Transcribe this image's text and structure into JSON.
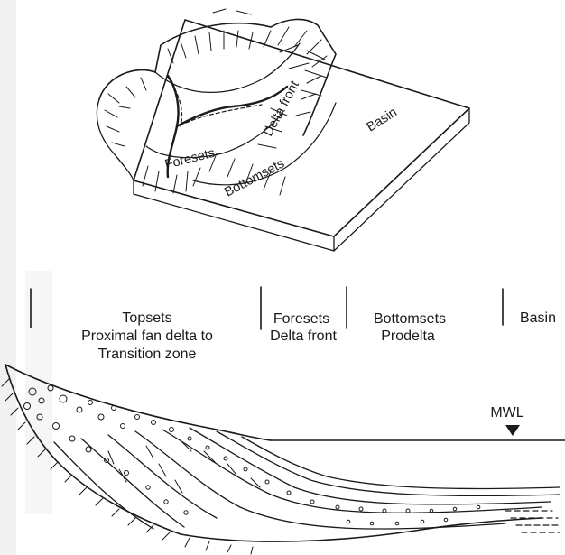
{
  "block_diagram": {
    "labels": {
      "foresets": "Foresets",
      "delta_front": "Delta front",
      "bottomsets": "Bottomsets",
      "basin": "Basin"
    }
  },
  "cross_section": {
    "zones": {
      "topsets_title": "Topsets",
      "topsets_line2": "Proximal fan delta to",
      "topsets_line3": "Transition zone",
      "foresets_title": "Foresets",
      "foresets_line2": "Delta front",
      "bottomsets_title": "Bottomsets",
      "bottomsets_line2": "Prodelta",
      "basin_title": "Basin"
    },
    "water_level_label": "MWL"
  }
}
